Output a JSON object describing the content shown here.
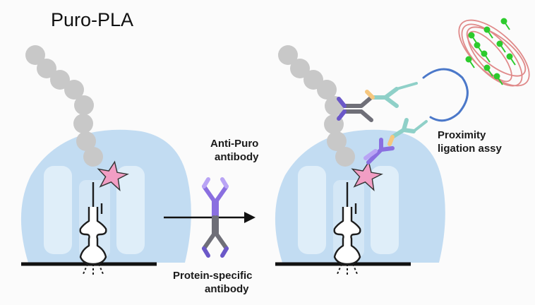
{
  "title": "Puro-PLA",
  "labels": {
    "anti_puro_line1": "Anti-Puro",
    "anti_puro_line2": "antibody",
    "protein_specific_line1": "Protein-specific",
    "protein_specific_line2": "antibody",
    "proximity_line1": "Proximity",
    "proximity_line2": "ligation assy"
  },
  "colors": {
    "ribosome": "#c2dcf2",
    "ribosome_tunnel": "#e2eff9",
    "peptide_bead": "#c8c8c8",
    "puromycin_star": "#f19ec4",
    "anti_puro_antibody": "#8a6fe0",
    "protein_specific_antibody": "#6f6f78",
    "pla_probe": "#8fd0c8",
    "pla_tip": "#f6c77e",
    "dna_circle": "#4b78c9",
    "rca_product": "#e08a8a",
    "fluorescent_probe": "#2ccb2c"
  },
  "icons": {
    "arrow": "right-arrow-icon",
    "star": "puromycin-star-icon"
  }
}
